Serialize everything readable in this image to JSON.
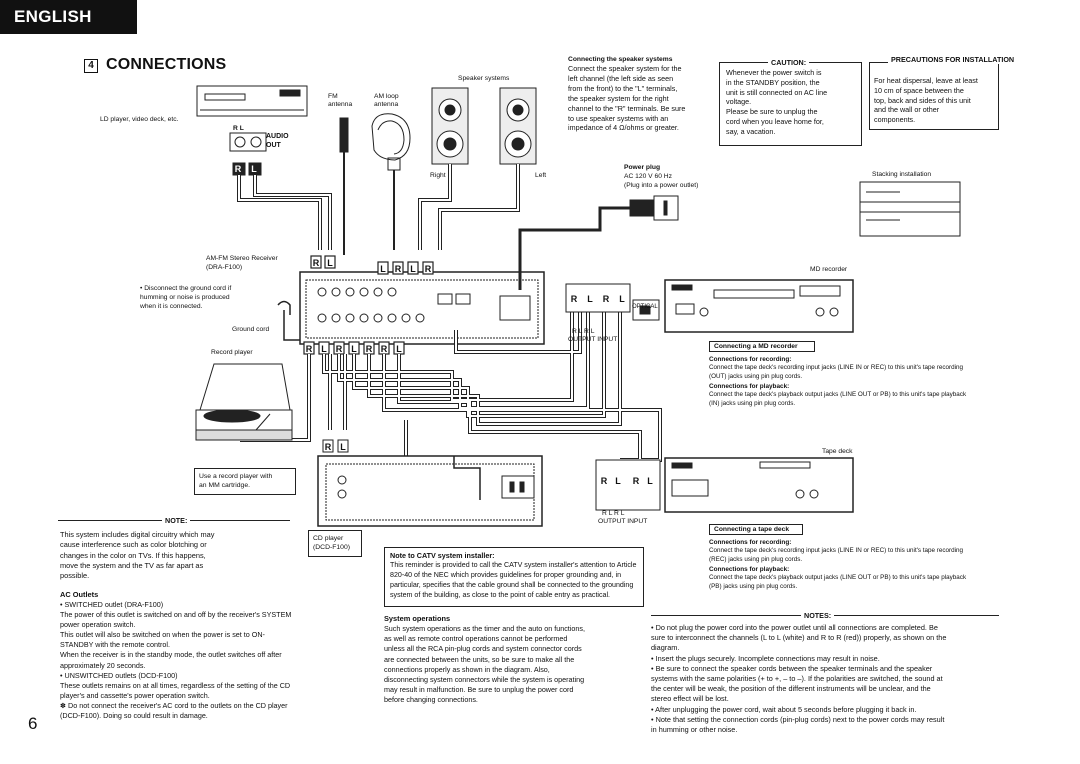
{
  "header": {
    "language": "ENGLISH"
  },
  "section": {
    "number": "4",
    "title": "CONNECTIONS"
  },
  "page_number": "6",
  "diagram": {
    "ld_player_label": "LD player, video deck, etc.",
    "audio_out_rl": "R    L",
    "audio_out": "AUDIO\nOUT",
    "fm_antenna": "FM\nantenna",
    "am_antenna": "AM loop\nantenna",
    "speaker_systems": "Speaker systems",
    "right": "Right",
    "left": "Left",
    "receiver": "AM-FM Stereo Receiver\n(DRA-F100)",
    "ground_note": "• Disconnect the ground cord if\n  humming or noise is produced\n  when it is connected.",
    "ground_cord": "Ground cord",
    "record_player": "Record player",
    "record_player_note": "Use a record player with\nan MM cartridge.",
    "cd_player": "CD player\n(DCD-F100)",
    "power_plug_title": "Power plug",
    "power_plug_text": "AC 120 V 60 Hz\n(Plug into a power outlet)",
    "stacking": "Stacking installation",
    "md_recorder": "MD recorder",
    "tape_deck": "Tape deck",
    "optical": "OPTICAL",
    "rl_labels": "R    L     R    L",
    "output_input": "OUTPUT    INPUT",
    "plug_r": "R",
    "plug_l": "L"
  },
  "speaker_conn": {
    "title": "Connecting the speaker systems",
    "text": "Connect the speaker system for the\nleft channel (the left side as seen\nfrom the front) to the \"L\" terminals,\nthe speaker system for the right\nchannel to the \"R\" terminals. Be sure\nto use speaker systems with an\nimpedance of 4 Ω/ohms or greater."
  },
  "caution": {
    "title": "CAUTION:",
    "text": "Whenever the power switch is\nin the STANDBY position, the\nunit is still connected on AC line\nvoltage.\nPlease be sure to unplug the\ncord when you leave home for,\nsay, a vacation."
  },
  "precautions": {
    "title": "PRECAUTIONS FOR\nINSTALLATION",
    "text": "For heat dispersal, leave at least\n10 cm of space between the\ntop, back and sides of this unit\nand the wall or other\ncomponents."
  },
  "md": {
    "title": "Connecting a MD recorder",
    "rec_title": "Connections for recording:",
    "rec_text": "Connect the tape deck's recording input jacks (LINE IN or REC) to this unit's tape recording\n(OUT) jacks using pin plug cords.",
    "play_title": "Connections for playback:",
    "play_text": "Connect the tape deck's playback output jacks (LINE OUT or PB) to this unit's tape playback\n(IN) jacks using pin plug cords."
  },
  "tape": {
    "title": "Connecting a tape deck",
    "rec_title": "Connections for recording:",
    "rec_text": "Connect the tape deck's recording input jacks (LINE IN or REC) to this unit's tape recording\n(REC) jacks using pin plug cords.",
    "play_title": "Connections for playback:",
    "play_text": "Connect the tape deck's playback output jacks (LINE OUT or PB) to this unit's tape playback\n(PB) jacks using pin plug cords."
  },
  "note": {
    "title": "NOTE:",
    "text": "This system includes digital circuitry which may\ncause interference such as color blotching or\nchanges in the color on TVs. If this happens,\nmove the system and the TV as far apart as\npossible."
  },
  "ac_outlets": {
    "title": "AC Outlets",
    "text": "• SWITCHED outlet (DRA-F100)\n   The power of this outlet is switched on and off by the receiver's SYSTEM\n   power operation switch.\n   This outlet will also be switched on when the power is set to ON-\n   STANDBY with the remote control.\n   When the receiver is in the standby mode, the outlet switches off after\n   approximately 20 seconds.\n• UNSWITCHED outlets (DCD-F100)\n   These outlets remains on at all times, regardless of the setting of the CD\n   player's and cassette's power operation switch.\n✽ Do not connect the receiver's AC cord to the outlets on the CD player\n   (DCD-F100).  Doing so could result in damage."
  },
  "catv": {
    "title": "Note to CATV system installer:",
    "text": "This reminder is provided to call the CATV system installer's attention to Article\n820-40 of the NEC which provides guidelines for proper grounding and, in\nparticular, specifies that the cable ground shall be connected to the grounding\nsystem of the building, as close to the point of cable entry as practical."
  },
  "sysops": {
    "title": "System operations",
    "text": "Such system operations as the timer and the auto on functions,\nas well as remote control operations cannot be performed\nunless all the RCA pin-plug cords and system connector cords\nare connected between the units, so be sure to make all the\nconnections properly as shown in the diagram. Also,\ndisconnecting system connectors while the system is operating\nmay result in malfunction. Be sure to unplug the power cord\nbefore changing connections."
  },
  "notes": {
    "title": "NOTES:",
    "text": "• Do not plug the power cord into the power outlet until all connections are completed. Be\n   sure to interconnect the channels (L to L (white) and R to R (red)) properly, as shown on the\n   diagram.\n• Insert the plugs securely. Incomplete connections may result in noise.\n• Be sure to connect the speaker cords between the speaker terminals and the speaker\n   systems with the same polarities (+ to +, – to –). If the polarities are switched, the sound at\n   the center will be weak, the position of the different instruments will be unclear, and the\n   stereo effect will be lost.\n• After unplugging the power cord, wait about 5 seconds before plugging it back in.\n• Note that setting the connection cords (pin-plug cords) next to the power cords may result\n   in humming or other noise."
  }
}
